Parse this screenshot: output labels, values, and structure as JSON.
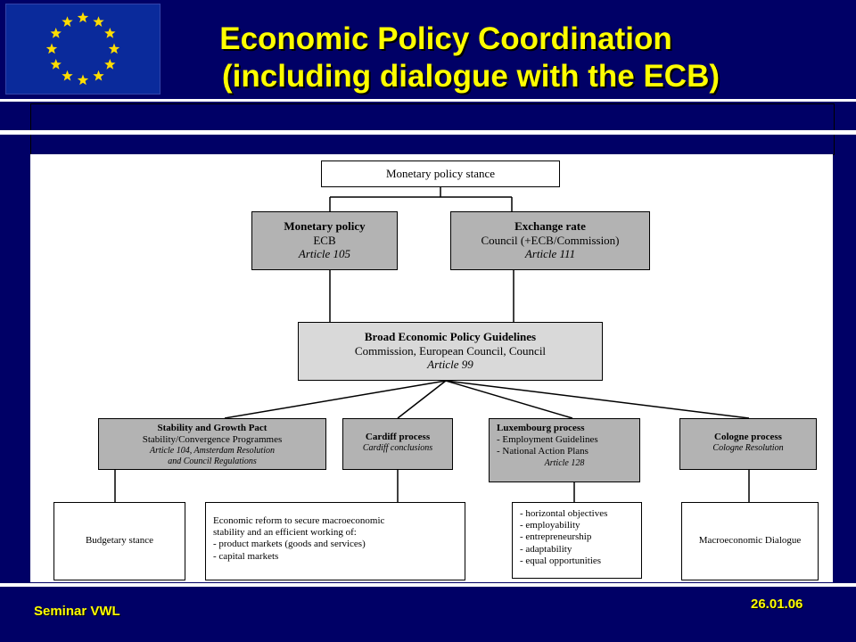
{
  "title": {
    "line1": "Economic Policy Coordination",
    "line2": "(including dialogue with the ECB)"
  },
  "flag": {
    "name": "EU flag",
    "star_color": "#ffdd00",
    "background": "#0a2a9b"
  },
  "diagram": {
    "top": {
      "label": "Monetary policy stance"
    },
    "monetary": {
      "title": "Monetary policy",
      "body": "ECB",
      "article": "Article 105"
    },
    "exchange": {
      "title": "Exchange rate",
      "body": "Council (+ECB/Commission)",
      "article": "Article 111"
    },
    "beg": {
      "title": "Broad Economic Policy Guidelines",
      "body": "Commission, European Council, Council",
      "article": "Article 99"
    },
    "stability": {
      "title": "Stability and Growth Pact",
      "body": "Stability/Convergence Programmes",
      "article1": "Article 104, Amsterdam  Resolution",
      "article2": "and Council Regulations"
    },
    "cardiff": {
      "title": "Cardiff process",
      "body": "Cardiff conclusions"
    },
    "luxembourg": {
      "title": "Luxembourg process",
      "item1": "- Employment Guidelines",
      "item2": "- National Action Plans",
      "article": "Article 128"
    },
    "cologne": {
      "title": "Cologne process",
      "body": "Cologne Resolution"
    },
    "budgetary": {
      "label": "Budgetary stance"
    },
    "reform": {
      "line1": "Economic reform to secure macroeconomic",
      "line2": "stability and an efficient working of:",
      "line3": "- product  markets (goods and services)",
      "line4": "- capital  markets"
    },
    "objectives": {
      "line1": "- horizontal objectives",
      "line2": "- employability",
      "line3": "- entrepreneurship",
      "line4": "- adaptability",
      "line5": "- equal opportunities"
    },
    "macro": {
      "label": "Macroeconomic Dialogue"
    }
  },
  "footer": {
    "left": "Seminar VWL",
    "right": "26.01.06"
  }
}
